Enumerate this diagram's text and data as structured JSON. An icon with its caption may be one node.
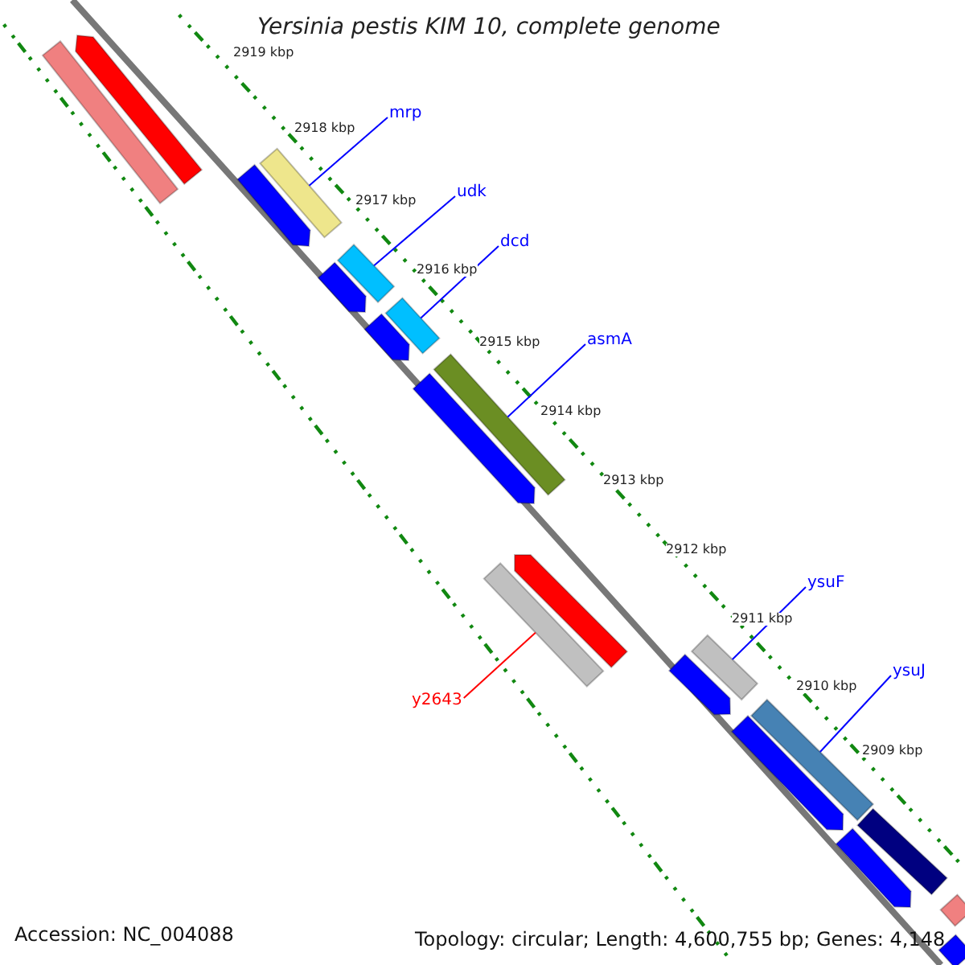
{
  "diagram": {
    "title": "Yersinia pestis KIM 10, complete genome",
    "nodes": [
      {
        "text": [
          "mrp"
        ]
      },
      {
        "text": [],
        "shape": "bar"
      },
      {
        "text": [
          "udk"
        ]
      },
      {
        "text": [],
        "shape": "bar"
      },
      {
        "text": [
          "dcd"
        ]
      },
      {
        "text": [],
        "shape": "bar"
      },
      {
        "text": [
          "asmA"
        ]
      },
      {
        "text": [],
        "shape": "bar"
      },
      {
        "text": [
          "y2643"
        ]
      },
      {
        "text": [],
        "shape": "bar"
      },
      {
        "text": [
          "ysuF"
        ]
      },
      {
        "text": [],
        "shape": "bar"
      },
      {
        "text": [
          "ysuJ"
        ]
      },
      {
        "text": [],
        "shape": "bar"
      },
      {
        "text": [],
        "shape": "bar"
      },
      {
        "text": [],
        "shape": "pentagon"
      },
      {
        "text": [],
        "shape": "pentagon"
      },
      {
        "text": [],
        "shape": "pentagon"
      },
      {
        "text": [],
        "shape": "pentagon"
      },
      {
        "text": [],
        "shape": "pentagon"
      },
      {
        "text": [],
        "shape": "pentagon"
      },
      {
        "text": [],
        "shape": "pentagon"
      },
      {
        "text": [],
        "shape": "pentagon"
      },
      {
        "text": [],
        "shape": "bar"
      },
      {
        "text": [],
        "shape": "pentagon"
      },
      {
        "text": [],
        "shape": "bar"
      },
      {
        "text": [],
        "shape": "bar"
      }
    ],
    "edges": [
      {
        "from": 0,
        "to": 1,
        "arrow": "none"
      },
      {
        "from": 2,
        "to": 3,
        "arrow": "none"
      },
      {
        "from": 4,
        "to": 5,
        "arrow": "none"
      },
      {
        "from": 6,
        "to": 7,
        "arrow": "none"
      },
      {
        "from": 8,
        "to": 9,
        "arrow": "none",
        "color": "#ff0000"
      },
      {
        "from": 10,
        "to": 11,
        "arrow": "none"
      },
      {
        "from": 12,
        "to": 13,
        "arrow": "none"
      }
    ],
    "labels": [
      "2919 kbp",
      "2918 kbp",
      "2917 kbp",
      "2916 kbp",
      "2915 kbp",
      "2914 kbp",
      "2913 kbp",
      "2912 kbp",
      "2911 kbp",
      "2910 kbp",
      "2909 kbp",
      "Accession: NC_004088",
      "Topology: circular; Length: 4,600,755 bp; Genes: 4,148"
    ]
  }
}
